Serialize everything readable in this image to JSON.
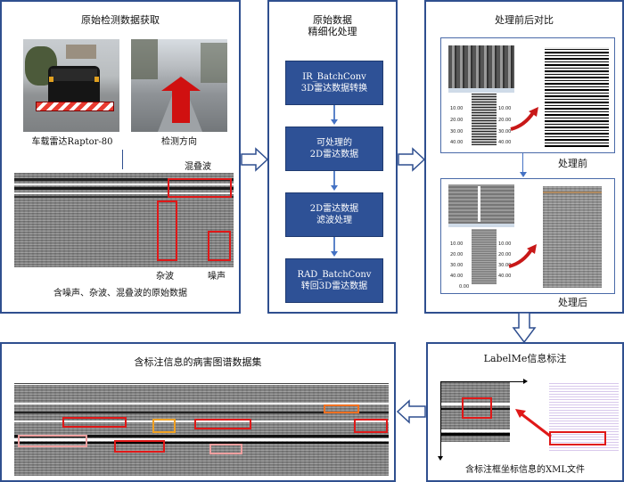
{
  "panels": {
    "raw": {
      "title": "原始检测数据获取",
      "vehicle_caption": "车载雷达Raptor-80",
      "direction_caption": "检测方向",
      "label_aliasing": "混叠波",
      "label_clutter": "杂波",
      "label_noise": "噪声",
      "caption": "含噪声、杂波、混叠波的原始数据"
    },
    "refine": {
      "title_line1": "原始数据",
      "title_line2": "精细化处理",
      "steps": [
        {
          "line1": "IR_BatchConv",
          "line2": "3D雷达数据转换"
        },
        {
          "line1": "可处理的",
          "line2": "2D雷达数据"
        },
        {
          "line1": "2D雷达数据",
          "line2": "滤波处理"
        },
        {
          "line1": "RAD_BatchConv",
          "line2": "转回3D雷达数据"
        }
      ]
    },
    "compare": {
      "title": "处理前后对比",
      "before_label": "处理前",
      "after_label": "处理后",
      "depth_ticks": [
        "0.00",
        "10.00",
        "20.00",
        "30.00",
        "40.00"
      ],
      "bottom_tick": "0.00"
    },
    "labelme": {
      "title": "LabelMe信息标注",
      "caption": "含标注框坐标信息的XML文件"
    },
    "dataset": {
      "title": "含标注信息的病害图谱数据集"
    }
  },
  "colors": {
    "panel_border": "#2f4f8f",
    "flow_box": "#2e5196",
    "annotation_red": "#e01818",
    "annotation_orange": "#f07020",
    "annotation_pink": "#f0a0a0",
    "annotation_yellow": "#f0a020"
  }
}
